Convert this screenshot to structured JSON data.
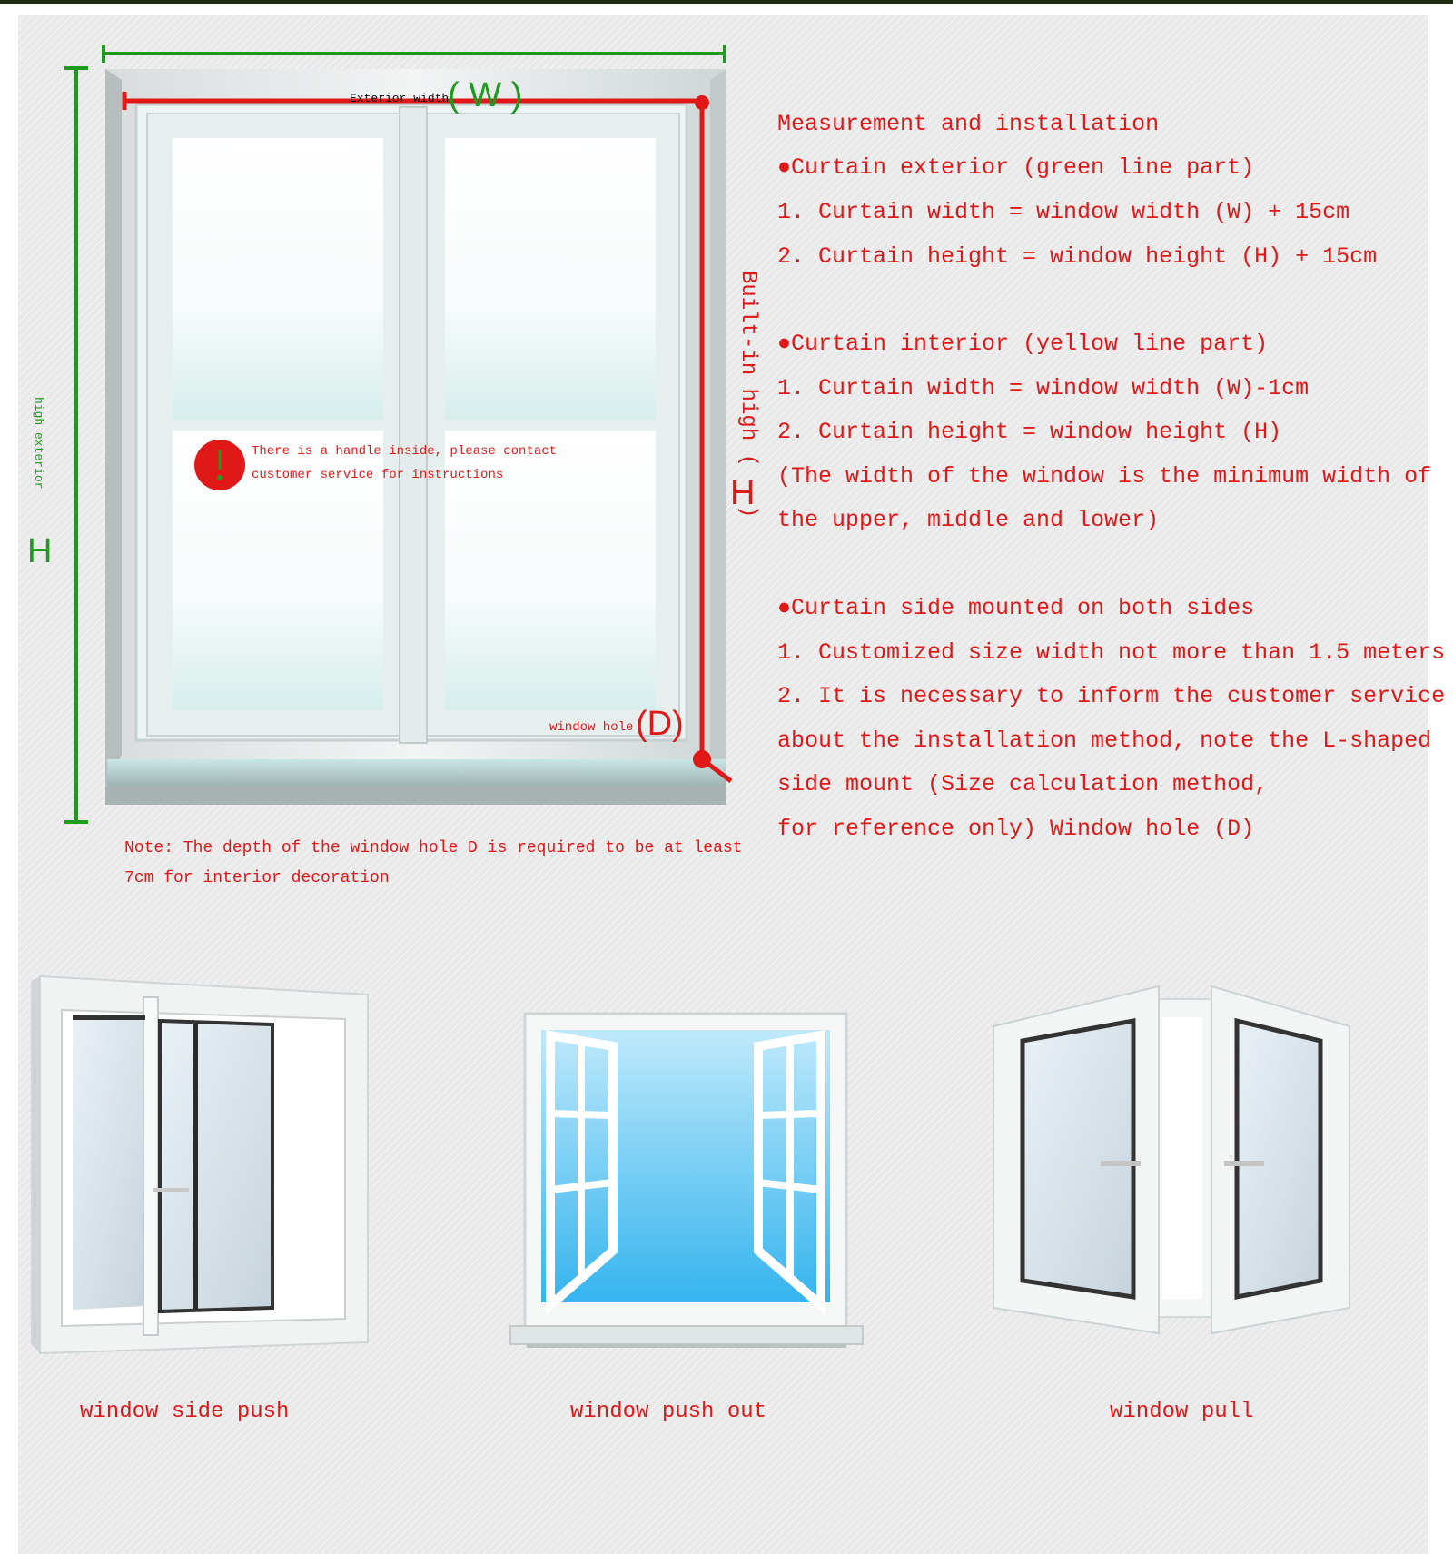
{
  "diagram": {
    "label_exterior_width": "Exterior width",
    "label_w": "( W )",
    "label_built_in_high": "Built-in high (",
    "label_h_red": "H",
    "label_paren_close_red": ")",
    "label_high_exterior": "high exterior",
    "label_h_green": "H",
    "label_window_hole": "window hole",
    "label_d": "(D)",
    "warning_icon": "exclamation-icon",
    "warning_text": "There is a handle inside, please contact customer service for instructions",
    "note": "Note: The depth of the window hole D is required to be at least 7cm for interior decoration",
    "colors": {
      "exterior_line": "#1f9a1f",
      "interior_line": "#e01818",
      "text": "#e01818"
    }
  },
  "instructions": {
    "heading": "Measurement and installation",
    "sections": [
      {
        "title": "●Curtain exterior (green line part)",
        "lines": [
          "1. Curtain width = window width (W) + 15cm",
          "2. Curtain height = window height (H) + 15cm"
        ]
      },
      {
        "title": "●Curtain interior (yellow line part)",
        "lines": [
          "1. Curtain width = window width (W)-1cm",
          "2. Curtain height = window height (H)",
          "(The width of the window is the minimum width of",
          "the upper, middle and lower)"
        ]
      },
      {
        "title": "●Curtain side mounted on both sides",
        "lines": [
          "1. Customized size width not more than 1.5 meters",
          "2. It is necessary to inform the customer service",
          "about the installation method, note the L-shaped",
          "side mount (Size calculation method,",
          "for reference only) Window hole (D)"
        ]
      }
    ]
  },
  "window_types": [
    {
      "caption": "window side push",
      "icon": "sliding-window-icon"
    },
    {
      "caption": "window push out",
      "icon": "open-window-icon"
    },
    {
      "caption": "window pull",
      "icon": "casement-window-icon"
    }
  ]
}
